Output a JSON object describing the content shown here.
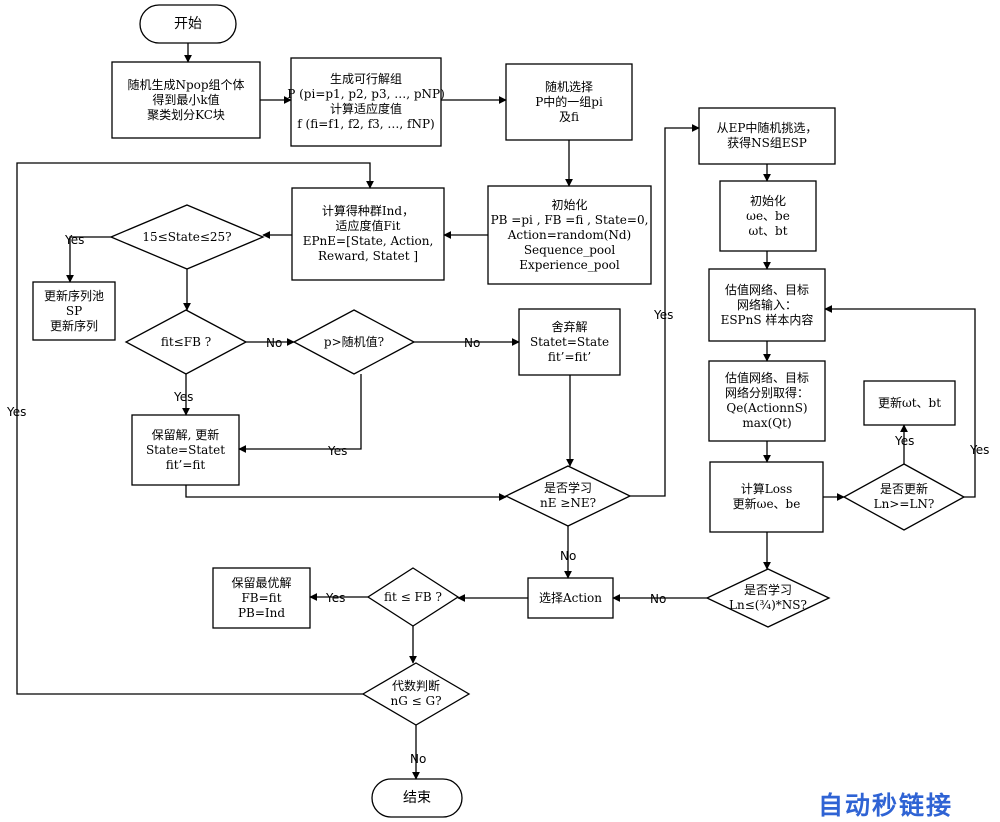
{
  "nodes": {
    "start": {
      "lines": [
        "开始"
      ]
    },
    "init_pop": {
      "lines": [
        "随机生成Npop组个体",
        "得到最小k值",
        "聚类划分KC块"
      ]
    },
    "gen_feasible": {
      "lines": [
        "生成可行解组",
        "P (pi=p1, p2, p3, …, pNP)",
        "计算适应度值",
        "f (fi=f1, f2, f3, …, fNP)"
      ]
    },
    "random_select": {
      "lines": [
        "随机选择",
        "P中的一组pi",
        "及fi"
      ]
    },
    "init1": {
      "lines": [
        "初始化",
        "PB =pi , FB =fi , State=0,",
        "Action=random(Nd)",
        "Sequence_pool",
        "Experience_pool"
      ]
    },
    "calc_pop": {
      "lines": [
        "计算得种群Ind，",
        "适应度值Fit",
        "EPnE=[State, Action,",
        "Reward, Statet ]"
      ]
    },
    "state_range": {
      "lines": [
        "15≤State≤25?"
      ]
    },
    "update_seq": {
      "lines": [
        "更新序列池",
        "SP",
        "更新序列"
      ]
    },
    "fit_le_fb": {
      "lines": [
        "fit≤FB ?"
      ]
    },
    "p_gt_rand": {
      "lines": [
        "p>随机值?"
      ]
    },
    "discard": {
      "lines": [
        "舍弃解",
        "Statet=State",
        "fit’=fit’"
      ]
    },
    "keep": {
      "lines": [
        "保留解, 更新",
        "State=Statet",
        "fit’=fit"
      ]
    },
    "learn1": {
      "lines": [
        "是否学习",
        "nE ≥NE?"
      ]
    },
    "sample_esp": {
      "lines": [
        "从EP中随机挑选，",
        "获得NS组ESP"
      ]
    },
    "init2": {
      "lines": [
        "初始化",
        "ωe、be",
        "ωt、bt"
      ]
    },
    "net_input": {
      "lines": [
        "估值网络、目标",
        "网络输入：",
        "ESPnS 样本内容"
      ]
    },
    "net_output": {
      "lines": [
        "估值网络、目标",
        "网络分别取得：",
        "Qe(ActionnS)",
        "max(Qt)"
      ]
    },
    "calc_loss": {
      "lines": [
        "计算Loss",
        "更新ωe、be"
      ]
    },
    "update_wt": {
      "lines": [
        "更新ωt、bt"
      ]
    },
    "update_q": {
      "lines": [
        "是否更新",
        "Ln>=LN?"
      ]
    },
    "learn2": {
      "lines": [
        "是否学习",
        "Ln≤(¾)*NS?"
      ]
    },
    "select_action": {
      "lines": [
        "选择Action"
      ]
    },
    "fit_le_fb2": {
      "lines": [
        "fit ≤ FB ?"
      ]
    },
    "keep_best": {
      "lines": [
        "保留最优解",
        "FB=fit",
        "PB=Ind"
      ]
    },
    "gen_check": {
      "lines": [
        "代数判断",
        "nG ≤ G?"
      ]
    },
    "end": {
      "lines": [
        "结束"
      ]
    }
  },
  "edge_labels": {
    "yes_state": "Yes",
    "no_fit": "No",
    "no_p": "No",
    "yes_fit": "Yes",
    "yes_p": "Yes",
    "yes_learn1": "Yes",
    "no_learn1": "No",
    "yes_update": "Yes",
    "yes_learn2": "Yes",
    "no_learn2": "No",
    "yes_fit2": "Yes",
    "yes_gen": "Yes",
    "no_gen": "No"
  },
  "watermark": "自动秒链接"
}
